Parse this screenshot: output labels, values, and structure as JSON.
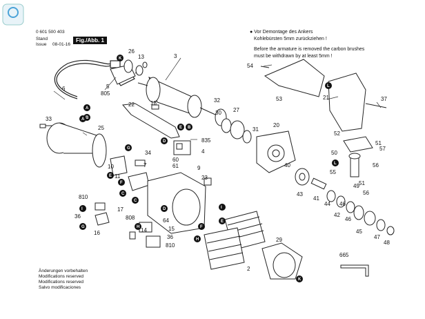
{
  "header": {
    "number": "0 601 500 403",
    "stand": "Stand",
    "issue": "Issue",
    "date": "08-01-16",
    "fig": "Fig./Abb. 1"
  },
  "notes": {
    "de_line1": "Vor Demontage des Ankers",
    "de_line2": "Kohlebürsten 5mm zurückziehen !",
    "en_line1": "Before the armature is removed the carbon brushes",
    "en_line2": "must be withdrawn by at least 5mm !"
  },
  "footer": {
    "line1": "Änderungen vorbehalten",
    "line2": "Modifications reserved",
    "line3": "Modifications reserved",
    "line4": "Salvo modificaciones"
  },
  "part_labels": [
    {
      "id": "p3",
      "text": "3"
    },
    {
      "id": "p13",
      "text": "13"
    },
    {
      "id": "p26",
      "text": "26"
    },
    {
      "id": "p6",
      "text": "6"
    },
    {
      "id": "p5",
      "text": "5"
    },
    {
      "id": "p805",
      "text": "805"
    },
    {
      "id": "p33",
      "text": "33"
    },
    {
      "id": "p25",
      "text": "25"
    },
    {
      "id": "p22",
      "text": "22"
    },
    {
      "id": "p18",
      "text": "18"
    },
    {
      "id": "p32",
      "text": "32"
    },
    {
      "id": "p30",
      "text": "30"
    },
    {
      "id": "p27",
      "text": "27"
    },
    {
      "id": "p31",
      "text": "31"
    },
    {
      "id": "p20",
      "text": "20"
    },
    {
      "id": "p835",
      "text": "835"
    },
    {
      "id": "p4",
      "text": "4"
    },
    {
      "id": "p34",
      "text": "34"
    },
    {
      "id": "p7",
      "text": "7"
    },
    {
      "id": "p60",
      "text": "60"
    },
    {
      "id": "p61",
      "text": "61"
    },
    {
      "id": "p9",
      "text": "9"
    },
    {
      "id": "p23",
      "text": "23"
    },
    {
      "id": "p10",
      "text": "10"
    },
    {
      "id": "p11",
      "text": "11"
    },
    {
      "id": "p810a",
      "text": "810"
    },
    {
      "id": "p17",
      "text": "17"
    },
    {
      "id": "p36",
      "text": "36"
    },
    {
      "id": "p16",
      "text": "16"
    },
    {
      "id": "p808",
      "text": "808"
    },
    {
      "id": "p64",
      "text": "64"
    },
    {
      "id": "p14",
      "text": "14"
    },
    {
      "id": "p15",
      "text": "15"
    },
    {
      "id": "p36b",
      "text": "36"
    },
    {
      "id": "p810b",
      "text": "810"
    },
    {
      "id": "p54",
      "text": "54"
    },
    {
      "id": "p53",
      "text": "53"
    },
    {
      "id": "p21",
      "text": "21"
    },
    {
      "id": "p37",
      "text": "37"
    },
    {
      "id": "p52",
      "text": "52"
    },
    {
      "id": "p51",
      "text": "51"
    },
    {
      "id": "p57",
      "text": "57"
    },
    {
      "id": "p50",
      "text": "50"
    },
    {
      "id": "p56",
      "text": "56"
    },
    {
      "id": "p55",
      "text": "55"
    },
    {
      "id": "p49",
      "text": "49"
    },
    {
      "id": "p51b",
      "text": "51"
    },
    {
      "id": "p56b",
      "text": "56"
    },
    {
      "id": "p40",
      "text": "40"
    },
    {
      "id": "p43",
      "text": "43"
    },
    {
      "id": "p41",
      "text": "41"
    },
    {
      "id": "p44",
      "text": "44"
    },
    {
      "id": "p46",
      "text": "46"
    },
    {
      "id": "p42",
      "text": "42"
    },
    {
      "id": "p46b",
      "text": "46"
    },
    {
      "id": "p45",
      "text": "45"
    },
    {
      "id": "p47",
      "text": "47"
    },
    {
      "id": "p48",
      "text": "48"
    },
    {
      "id": "p29",
      "text": "29"
    },
    {
      "id": "p2",
      "text": "2"
    },
    {
      "id": "p665",
      "text": "665"
    }
  ],
  "badges": [
    {
      "id": "bA1",
      "text": "A"
    },
    {
      "id": "bB1",
      "text": "B"
    },
    {
      "id": "bK1",
      "text": "K"
    },
    {
      "id": "bD1",
      "text": "D"
    },
    {
      "id": "bE1",
      "text": "E"
    },
    {
      "id": "bG1",
      "text": "G"
    },
    {
      "id": "bE2",
      "text": "E"
    },
    {
      "id": "bF1",
      "text": "F"
    },
    {
      "id": "bC1",
      "text": "C"
    },
    {
      "id": "bD2",
      "text": "D"
    },
    {
      "id": "bI1",
      "text": "I"
    },
    {
      "id": "bG2",
      "text": "G"
    },
    {
      "id": "bH1",
      "text": "H"
    },
    {
      "id": "bI2",
      "text": "I"
    },
    {
      "id": "bE3",
      "text": "E"
    },
    {
      "id": "bF2",
      "text": "F"
    },
    {
      "id": "bH2",
      "text": "H"
    },
    {
      "id": "bK2",
      "text": "K"
    },
    {
      "id": "bL1",
      "text": "L"
    },
    {
      "id": "bL2",
      "text": "L"
    },
    {
      "id": "bA2",
      "text": "A"
    },
    {
      "id": "bB2",
      "text": "B"
    },
    {
      "id": "bC2",
      "text": "C"
    }
  ]
}
